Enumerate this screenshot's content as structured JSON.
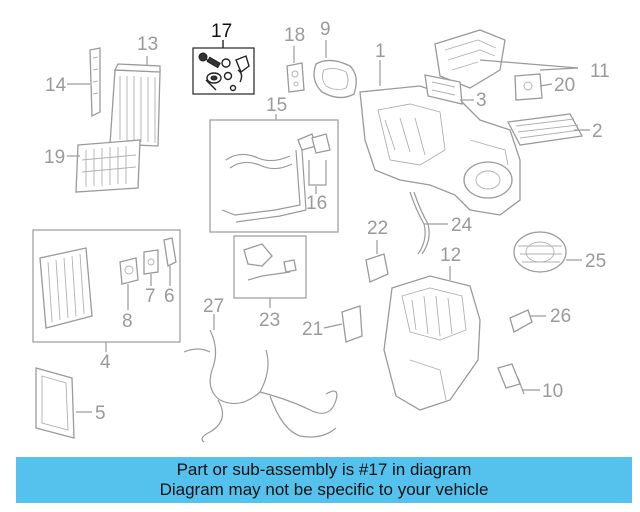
{
  "diagram": {
    "highlight_part": "17",
    "callouts": [
      {
        "id": "c1",
        "label": "1"
      },
      {
        "id": "c2",
        "label": "2"
      },
      {
        "id": "c3",
        "label": "3"
      },
      {
        "id": "c4",
        "label": "4"
      },
      {
        "id": "c5",
        "label": "5"
      },
      {
        "id": "c6",
        "label": "6"
      },
      {
        "id": "c7",
        "label": "7"
      },
      {
        "id": "c8",
        "label": "8"
      },
      {
        "id": "c9",
        "label": "9"
      },
      {
        "id": "c10",
        "label": "10"
      },
      {
        "id": "c11",
        "label": "11"
      },
      {
        "id": "c12",
        "label": "12"
      },
      {
        "id": "c13",
        "label": "13"
      },
      {
        "id": "c14",
        "label": "14"
      },
      {
        "id": "c15",
        "label": "15"
      },
      {
        "id": "c16",
        "label": "16"
      },
      {
        "id": "c17",
        "label": "17"
      },
      {
        "id": "c18",
        "label": "18"
      },
      {
        "id": "c19",
        "label": "19"
      },
      {
        "id": "c20",
        "label": "20"
      },
      {
        "id": "c21",
        "label": "21"
      },
      {
        "id": "c22",
        "label": "22"
      },
      {
        "id": "c23",
        "label": "23"
      },
      {
        "id": "c24",
        "label": "24"
      },
      {
        "id": "c25",
        "label": "25"
      },
      {
        "id": "c26",
        "label": "26"
      },
      {
        "id": "c27",
        "label": "27"
      }
    ]
  },
  "banner": {
    "line1": "Part or sub-assembly is #17 in diagram",
    "line2": "Diagram may not be specific to your vehicle",
    "color": "#55c2ee"
  }
}
